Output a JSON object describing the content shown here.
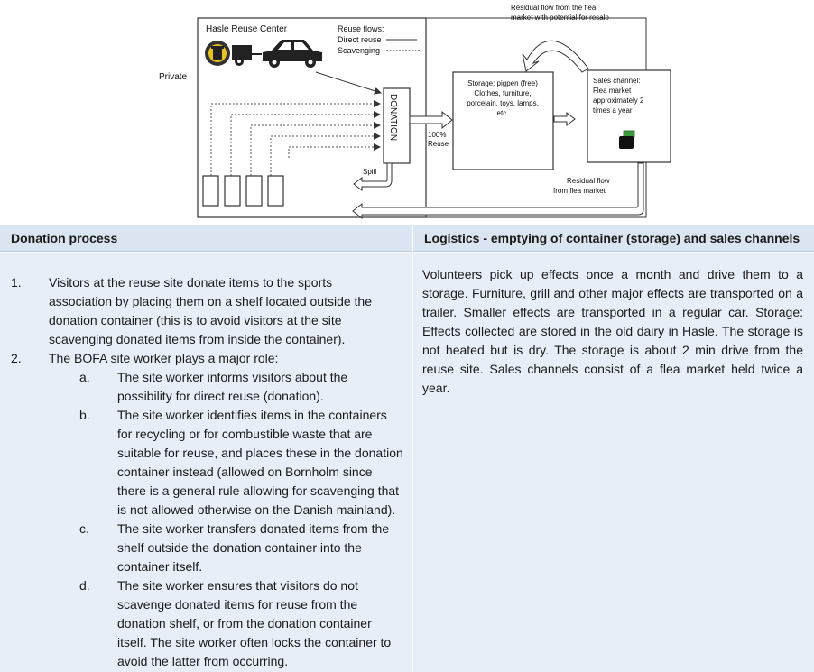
{
  "diagram": {
    "center_label": "Hasle Reuse Center",
    "flows_title": "Reuse flows:",
    "flow_direct": "Direct reuse",
    "flow_scavenging": "Scavenging",
    "private_label": "Private",
    "donation_label": "DONATION",
    "reuse_label_1": "100%",
    "reuse_label_2": "Reuse",
    "spill_label": "Spill",
    "storage_lines": [
      "Storage: pigpen (free)",
      "Clothes, furniture,",
      "porcelain, toys, lamps,",
      "etc."
    ],
    "sales_lines": [
      "Sales channel:",
      "Flea market",
      "approximately 2",
      "times a year"
    ],
    "resale_lines": [
      "Residual flow from the flea",
      "market with potential for resale"
    ],
    "residual_lines": [
      "Residual flow",
      "from flea market"
    ]
  },
  "table": {
    "left_header": "Donation process",
    "right_header": "Logistics - emptying of container (storage) and sales channels",
    "items": [
      {
        "marker": "1.",
        "lines": [
          "Visitors at the reuse site donate items to the sports",
          "association by placing them on a shelf located outside the",
          "donation container (this is to avoid visitors at the site",
          "scavenging donated items from inside the container)."
        ]
      },
      {
        "marker": "2.",
        "lines": [
          "The BOFA site worker plays a major role:"
        ]
      }
    ],
    "subitems": [
      {
        "marker": "a.",
        "lines": [
          "The site worker informs visitors about the",
          "possibility for direct reuse (donation)."
        ]
      },
      {
        "marker": "b.",
        "lines": [
          "The site worker identifies items in the containers",
          "for recycling or for combustible waste that are",
          "suitable for reuse, and places these in the donation",
          "container instead (allowed on Bornholm since",
          "there is a general rule allowing for scavenging that",
          "is not allowed otherwise on the Danish mainland)."
        ]
      },
      {
        "marker": "c.",
        "lines": [
          "The site worker transfers donated items from the",
          "shelf outside the donation container into the",
          "container itself."
        ]
      },
      {
        "marker": "d.",
        "lines": [
          "The site worker ensures that visitors do not",
          "scavenge donated items for reuse from the",
          "donation shelf, or from the donation container",
          "itself. The site worker often locks the container to",
          "avoid the latter from occurring."
        ]
      }
    ],
    "logistics_text": "Volunteers pick up effects once a month and drive them to a storage. Furniture, grill and other major effects are transported on a trailer. Smaller effects are transported in a regular car. Storage: Effects collected are stored in the old dairy in Hasle. The storage is not heated but is dry. The storage is about 2 min drive from the reuse site. Sales channels consist of a flea market held twice a year."
  }
}
